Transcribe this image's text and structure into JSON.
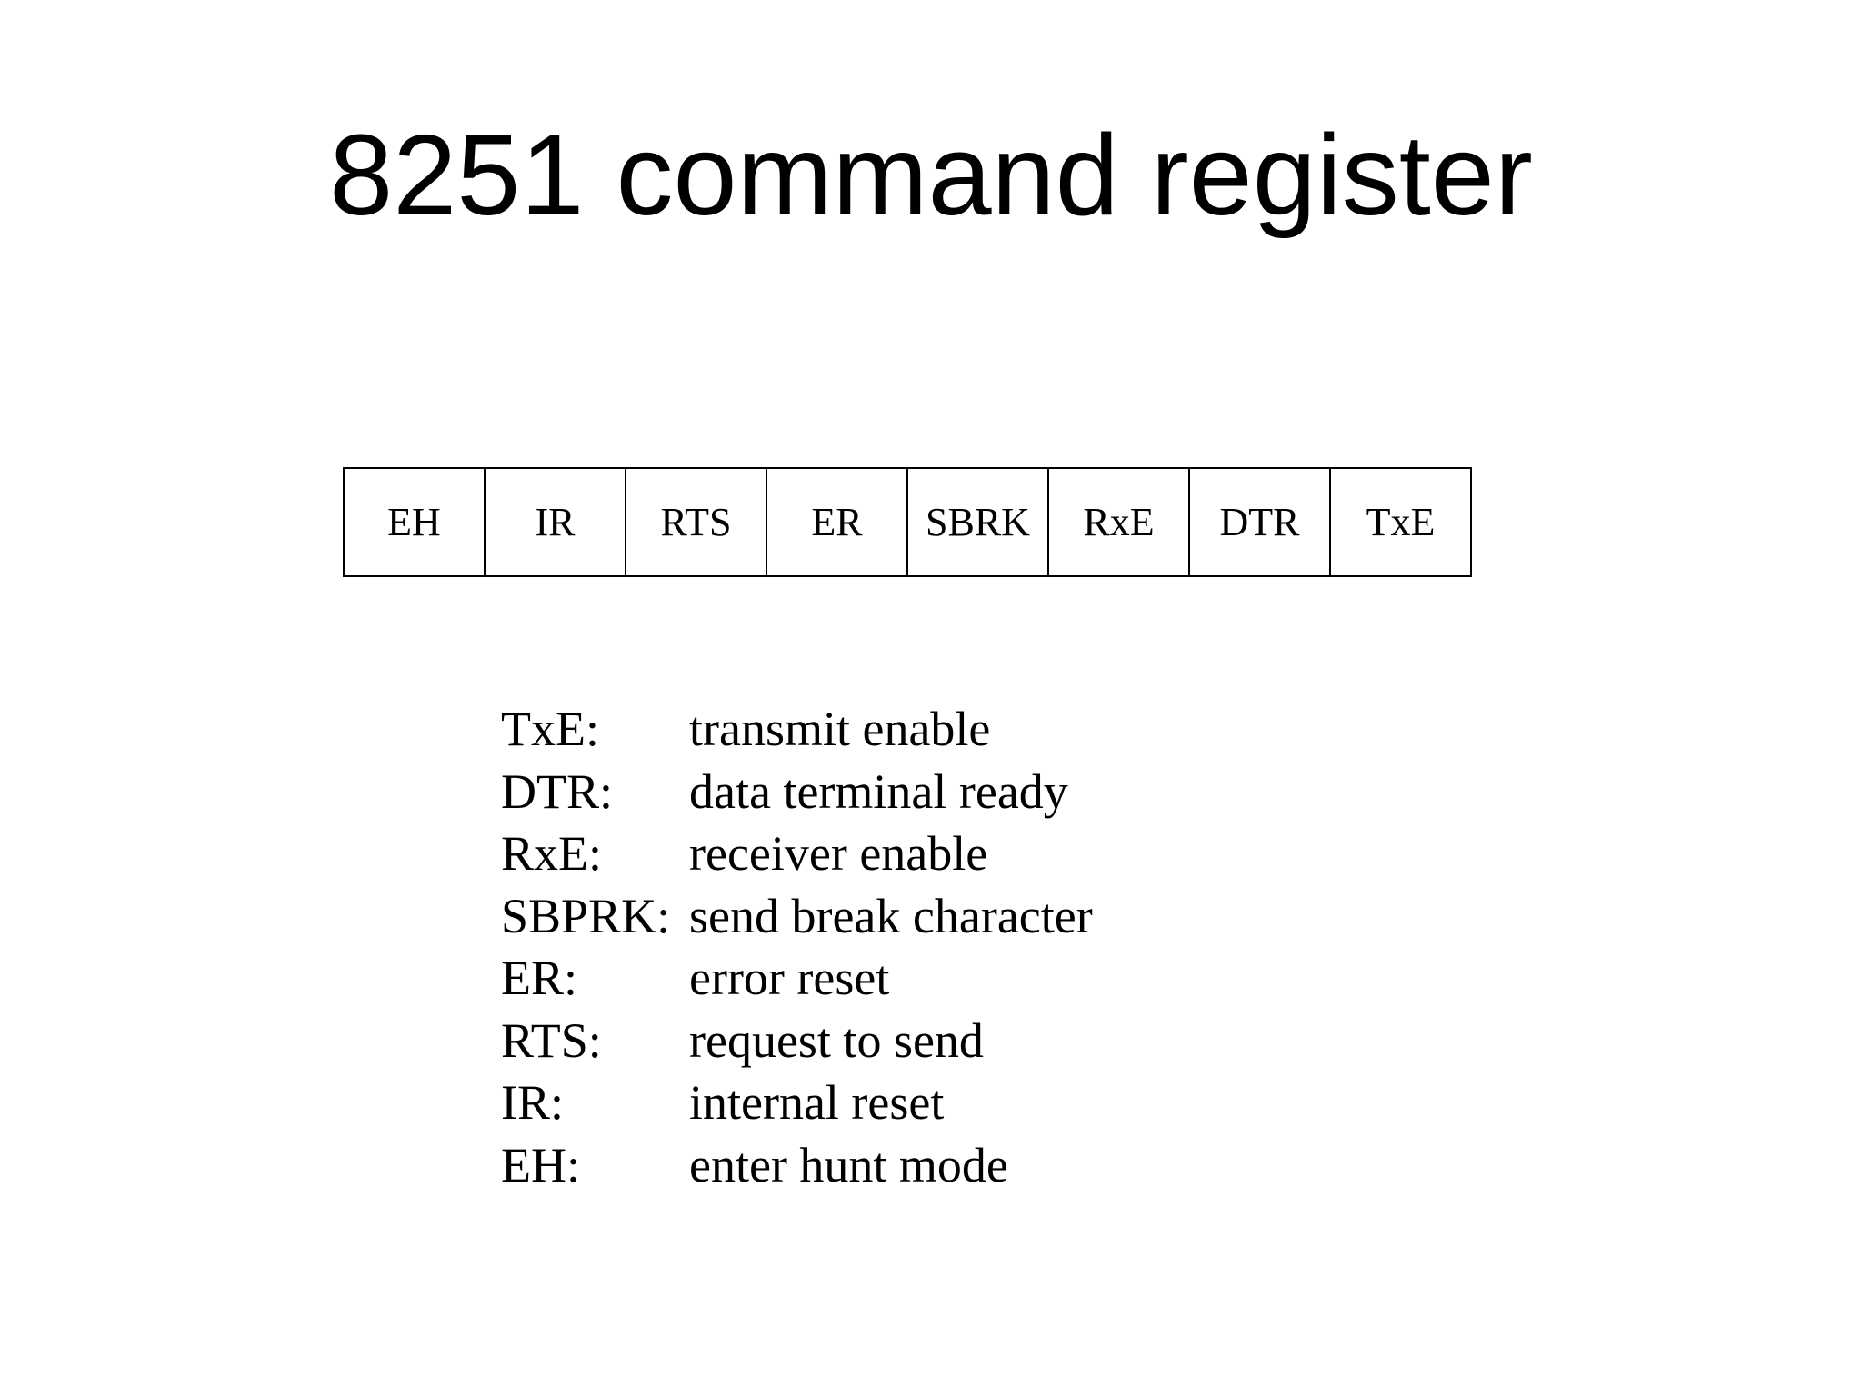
{
  "title": "8251 command register",
  "register": {
    "cells": [
      {
        "label": "EH"
      },
      {
        "label": "IR"
      },
      {
        "label": "RTS"
      },
      {
        "label": "ER"
      },
      {
        "label": "SBRK"
      },
      {
        "label": "RxE"
      },
      {
        "label": "DTR"
      },
      {
        "label": "TxE"
      }
    ]
  },
  "legend": [
    {
      "abbr": "TxE:",
      "desc": "transmit enable"
    },
    {
      "abbr": "DTR:",
      "desc": "data terminal ready"
    },
    {
      "abbr": "RxE:",
      "desc": "receiver enable"
    },
    {
      "abbr": "SBPRK:",
      "desc": "send break character"
    },
    {
      "abbr": "ER:",
      "desc": "error reset"
    },
    {
      "abbr": "RTS:",
      "desc": "request to send"
    },
    {
      "abbr": "IR:",
      "desc": "internal reset"
    },
    {
      "abbr": "EH:",
      "desc": "enter hunt mode"
    }
  ]
}
